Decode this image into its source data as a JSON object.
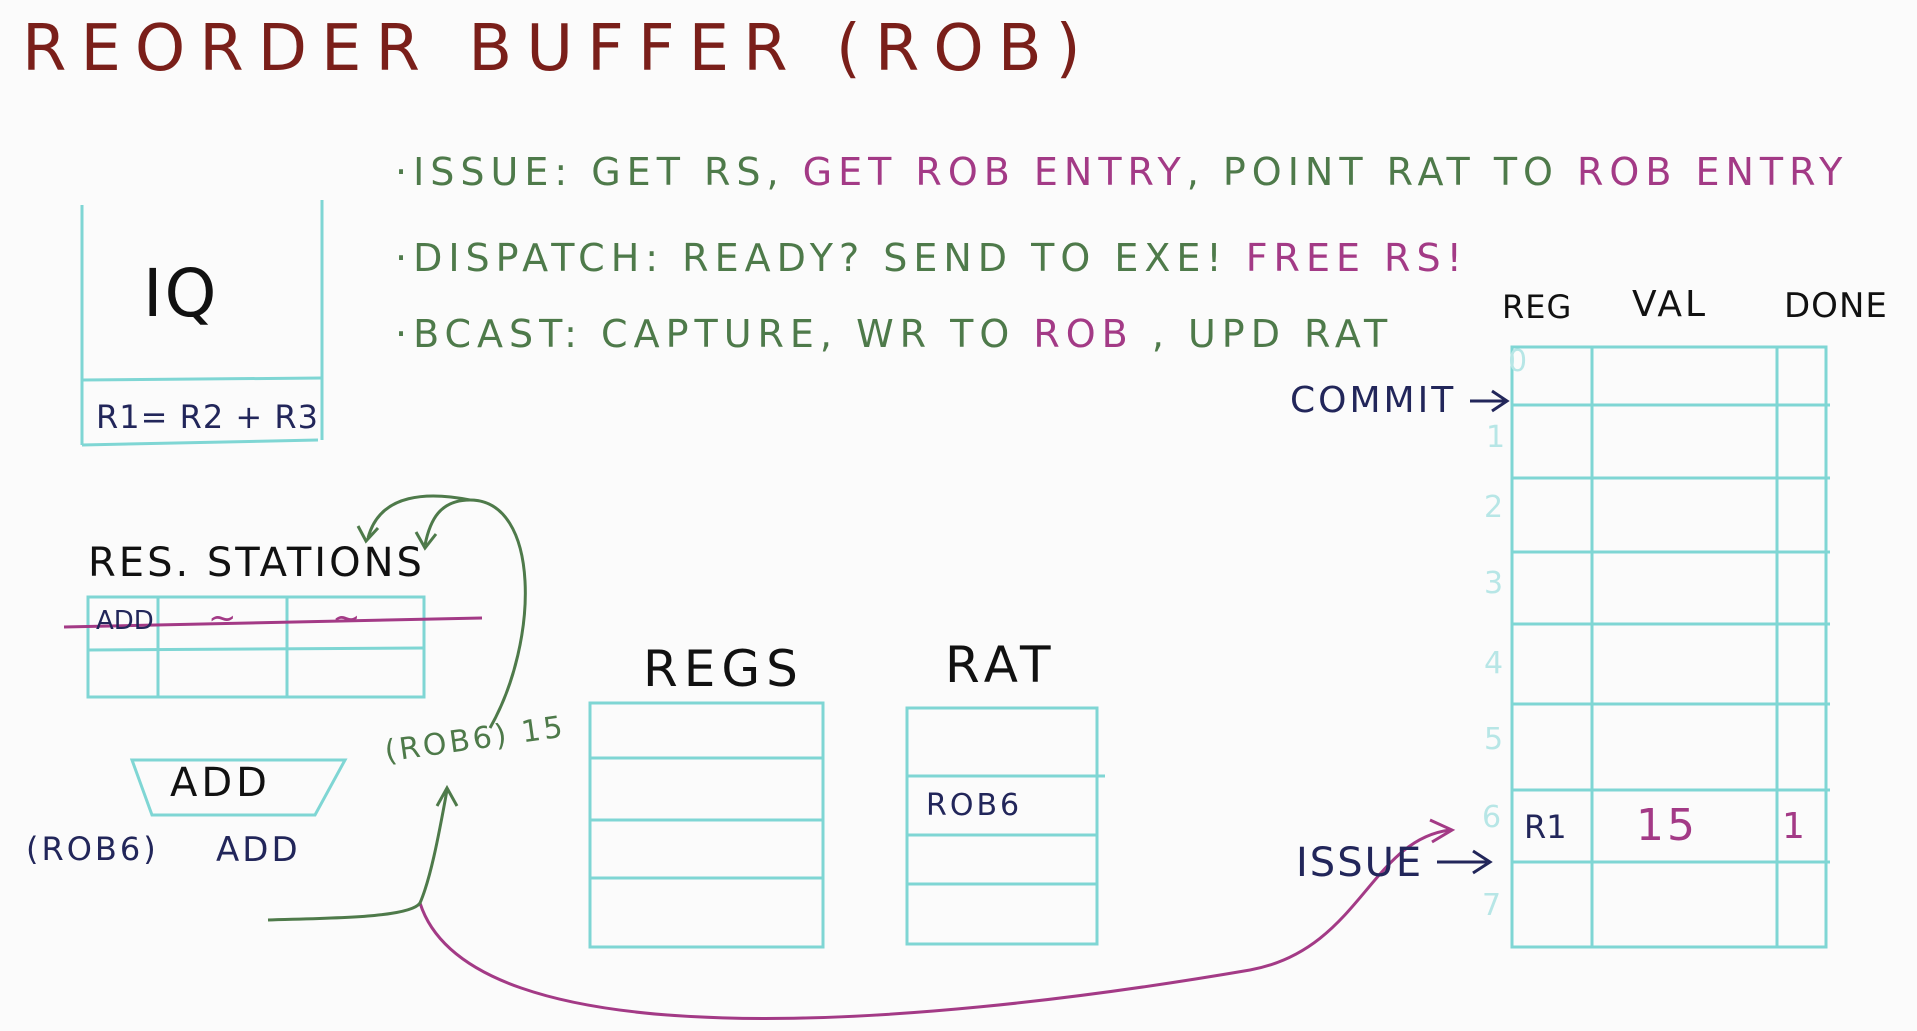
{
  "title": "REORDER BUFFER (ROB)",
  "bullets": {
    "issue": {
      "prefix": "·ISSUE: GET RS,",
      "rob_entry": " GET ROB ENTRY",
      "point": ", POINT RAT TO",
      "rob_entry_2": " ROB ENTRY"
    },
    "dispatch": {
      "prefix": "·DISPATCH: READY? SEND TO EXE!",
      "free": " FREE RS!"
    },
    "bcast": {
      "prefix": "·BCAST: CAPTURE, WR TO",
      "rob": " ROB",
      "upd": " , UPD RAT"
    }
  },
  "iq": {
    "label": "IQ",
    "entry": "R1= R2 + R3"
  },
  "res_stations": {
    "label": "RES. STATIONS",
    "cells": [
      "ADD",
      "~",
      "~"
    ]
  },
  "alu": {
    "label": "ADD",
    "output_tag": "(ROB6)",
    "output_op": "ADD"
  },
  "broadcast": {
    "tag": "(ROB6) 15"
  },
  "regs": {
    "label": "REGS"
  },
  "rat": {
    "label": "RAT",
    "entry": "ROB6"
  },
  "rob": {
    "headers": [
      "REG",
      "VAL",
      "DONE"
    ],
    "commit_label": "COMMIT",
    "issue_label": "ISSUE",
    "row_numbers": [
      "0",
      "1",
      "2",
      "3",
      "4",
      "5",
      "6",
      "7"
    ],
    "entry6": {
      "reg": "R1",
      "val": "15",
      "done": "1"
    }
  },
  "colors": {
    "title": "#7a1f1a",
    "cyan_grid": "#7fd6d4",
    "green": "#4e7a4a",
    "magenta": "#a33a86",
    "navy": "#22265a"
  }
}
